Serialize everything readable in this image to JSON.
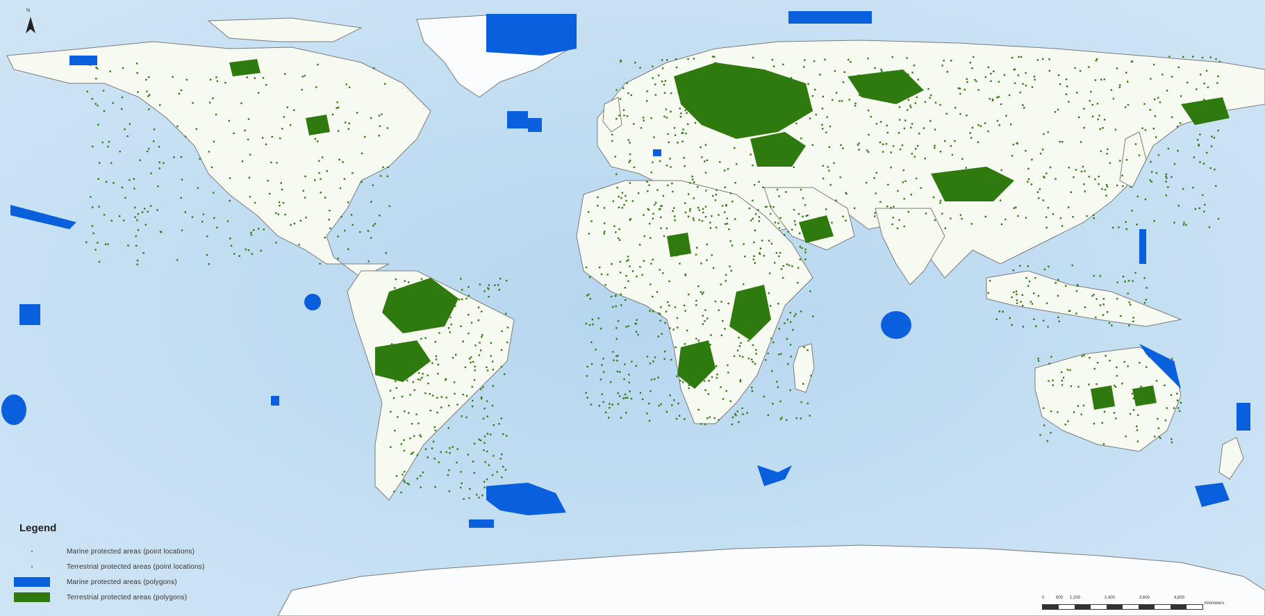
{
  "map": {
    "ocean_color": "#bfdcf2",
    "deep_ocean_color": "#a8cdea",
    "land_color": "#f7faf0",
    "land_tint_color": "#e4efc8",
    "border_color": "#7a7a7a",
    "ice_color": "#fbfcfd",
    "marine_color": "#0a5fdc",
    "terrestrial_color": "#2f7a0e"
  },
  "north_arrow": {
    "label": "N"
  },
  "legend": {
    "title": "Legend",
    "items": [
      {
        "label": "Marine protected areas (point locations)",
        "kind": "point",
        "color": "#0a5fdc"
      },
      {
        "label": "Terrestrial protected areas (point locations)",
        "kind": "point",
        "color": "#2f7a0e"
      },
      {
        "label": "Marine protected areas (polygons)",
        "kind": "polygon",
        "color": "#0a5fdc"
      },
      {
        "label": "Terrestrial protected areas (polygons)",
        "kind": "polygon",
        "color": "#2f7a0e"
      }
    ]
  },
  "scale_bar": {
    "ticks": [
      "0",
      "600",
      "1,200",
      "2,400",
      "3,600",
      "4,800"
    ],
    "unit": "Kilometers"
  }
}
